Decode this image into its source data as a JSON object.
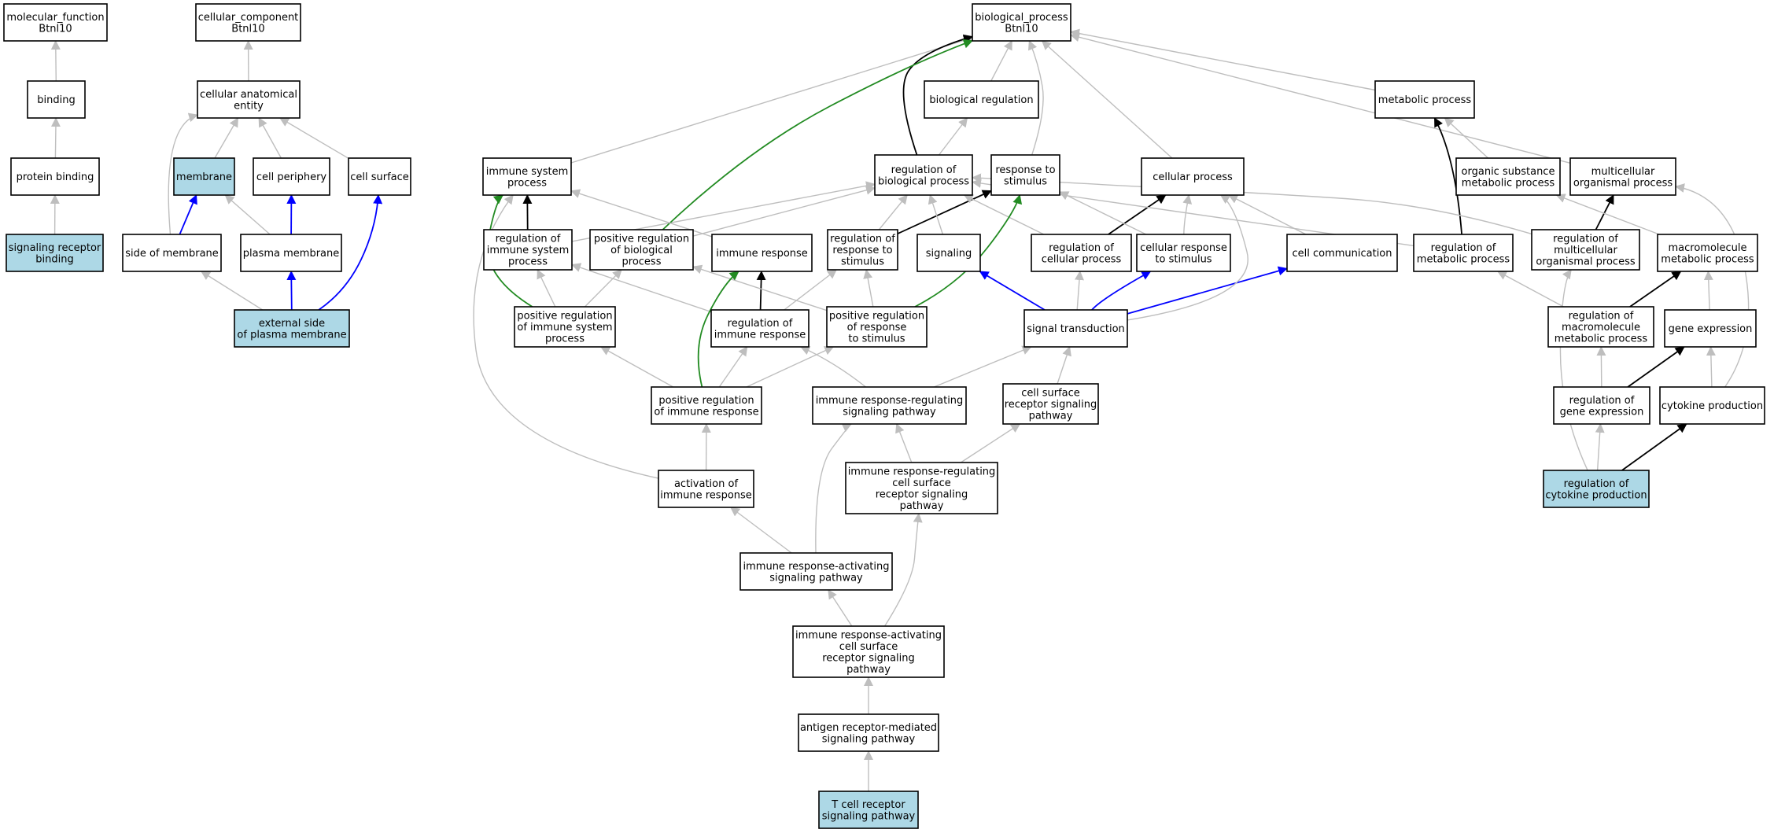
{
  "colors": {
    "node_border": "#000000",
    "node_fill": "#ffffff",
    "highlight_fill": "#add8e6",
    "edge_gray": "#bebebe",
    "edge_black": "#000000",
    "edge_blue": "#0000ff",
    "edge_green": "#228b22"
  },
  "nodes": [
    {
      "id": "mf",
      "lines": [
        "molecular_function",
        "Btnl10"
      ],
      "highlight": false
    },
    {
      "id": "cc",
      "lines": [
        "cellular_component",
        "Btnl10"
      ],
      "highlight": false
    },
    {
      "id": "bp",
      "lines": [
        "biological_process",
        "Btnl10"
      ],
      "highlight": false
    },
    {
      "id": "binding",
      "lines": [
        "binding"
      ],
      "highlight": false
    },
    {
      "id": "cae",
      "lines": [
        "cellular anatomical",
        "entity"
      ],
      "highlight": false
    },
    {
      "id": "breg",
      "lines": [
        "biological regulation"
      ],
      "highlight": false
    },
    {
      "id": "metab",
      "lines": [
        "metabolic process"
      ],
      "highlight": false
    },
    {
      "id": "protbind",
      "lines": [
        "protein binding"
      ],
      "highlight": false
    },
    {
      "id": "membrane",
      "lines": [
        "membrane"
      ],
      "highlight": true
    },
    {
      "id": "cellper",
      "lines": [
        "cell periphery"
      ],
      "highlight": false
    },
    {
      "id": "cellsurf",
      "lines": [
        "cell surface"
      ],
      "highlight": false
    },
    {
      "id": "immsys",
      "lines": [
        "immune system",
        "process"
      ],
      "highlight": false
    },
    {
      "id": "regbp",
      "lines": [
        "regulation of",
        "biological process"
      ],
      "highlight": false
    },
    {
      "id": "resp",
      "lines": [
        "response to",
        "stimulus"
      ],
      "highlight": false
    },
    {
      "id": "cellproc",
      "lines": [
        "cellular process"
      ],
      "highlight": false
    },
    {
      "id": "orgsub",
      "lines": [
        "organic substance",
        "metabolic process"
      ],
      "highlight": false
    },
    {
      "id": "multi",
      "lines": [
        "multicellular",
        "organismal process"
      ],
      "highlight": false
    },
    {
      "id": "sigrec",
      "lines": [
        "signaling receptor",
        "binding"
      ],
      "highlight": true
    },
    {
      "id": "sidemem",
      "lines": [
        "side of membrane"
      ],
      "highlight": false
    },
    {
      "id": "plasmamem",
      "lines": [
        "plasma membrane"
      ],
      "highlight": false
    },
    {
      "id": "regimmsys",
      "lines": [
        "regulation of",
        "immune system",
        "process"
      ],
      "highlight": false
    },
    {
      "id": "posregbp",
      "lines": [
        "positive regulation",
        "of biological",
        "process"
      ],
      "highlight": false
    },
    {
      "id": "immresp",
      "lines": [
        "immune response"
      ],
      "highlight": false
    },
    {
      "id": "regresp",
      "lines": [
        "regulation of",
        "response to",
        "stimulus"
      ],
      "highlight": false
    },
    {
      "id": "signaling",
      "lines": [
        "signaling"
      ],
      "highlight": false
    },
    {
      "id": "regcell",
      "lines": [
        "regulation of",
        "cellular process"
      ],
      "highlight": false
    },
    {
      "id": "cellresp",
      "lines": [
        "cellular response",
        "to stimulus"
      ],
      "highlight": false
    },
    {
      "id": "cellcomm",
      "lines": [
        "cell communication"
      ],
      "highlight": false
    },
    {
      "id": "regmetab",
      "lines": [
        "regulation of",
        "metabolic process"
      ],
      "highlight": false
    },
    {
      "id": "regmulti",
      "lines": [
        "regulation of",
        "multicellular",
        "organismal process"
      ],
      "highlight": false
    },
    {
      "id": "macromet",
      "lines": [
        "macromolecule",
        "metabolic process"
      ],
      "highlight": false
    },
    {
      "id": "extside",
      "lines": [
        "external side",
        "of plasma membrane"
      ],
      "highlight": true
    },
    {
      "id": "posregimmsys",
      "lines": [
        "positive regulation",
        "of immune system",
        "process"
      ],
      "highlight": false
    },
    {
      "id": "regimmresp",
      "lines": [
        "regulation of",
        "immune response"
      ],
      "highlight": false
    },
    {
      "id": "posregresp",
      "lines": [
        "positive regulation",
        "of response",
        "to stimulus"
      ],
      "highlight": false
    },
    {
      "id": "sigtrans",
      "lines": [
        "signal transduction"
      ],
      "highlight": false
    },
    {
      "id": "regmacro",
      "lines": [
        "regulation of",
        "macromolecule",
        "metabolic process"
      ],
      "highlight": false
    },
    {
      "id": "geneexp",
      "lines": [
        "gene expression"
      ],
      "highlight": false
    },
    {
      "id": "posregimmresp",
      "lines": [
        "positive regulation",
        "of immune response"
      ],
      "highlight": false
    },
    {
      "id": "irrsp",
      "lines": [
        "immune response-regulating",
        "signaling pathway"
      ],
      "highlight": false
    },
    {
      "id": "csrsp",
      "lines": [
        "cell surface",
        "receptor signaling",
        "pathway"
      ],
      "highlight": false
    },
    {
      "id": "reggeneexp",
      "lines": [
        "regulation of",
        "gene expression"
      ],
      "highlight": false
    },
    {
      "id": "cytoprod",
      "lines": [
        "cytokine production"
      ],
      "highlight": false
    },
    {
      "id": "actimm",
      "lines": [
        "activation of",
        "immune response"
      ],
      "highlight": false
    },
    {
      "id": "irrcsrsp",
      "lines": [
        "immune response-regulating",
        "cell surface",
        "receptor signaling",
        "pathway"
      ],
      "highlight": false
    },
    {
      "id": "regcyto",
      "lines": [
        "regulation of",
        "cytokine production"
      ],
      "highlight": true
    },
    {
      "id": "irasp",
      "lines": [
        "immune response-activating",
        "signaling pathway"
      ],
      "highlight": false
    },
    {
      "id": "iracsrsp",
      "lines": [
        "immune response-activating",
        "cell surface",
        "receptor signaling",
        "pathway"
      ],
      "highlight": false
    },
    {
      "id": "antigen",
      "lines": [
        "antigen receptor-mediated",
        "signaling pathway"
      ],
      "highlight": false
    },
    {
      "id": "tcell",
      "lines": [
        "T cell receptor",
        "signaling pathway"
      ],
      "highlight": true
    }
  ],
  "edges": [
    {
      "from": "binding",
      "to": "mf",
      "kind": "gray"
    },
    {
      "from": "protbind",
      "to": "binding",
      "kind": "gray"
    },
    {
      "from": "sigrec",
      "to": "protbind",
      "kind": "gray"
    },
    {
      "from": "cae",
      "to": "cc",
      "kind": "gray"
    },
    {
      "from": "membrane",
      "to": "cae",
      "kind": "gray"
    },
    {
      "from": "cellper",
      "to": "cae",
      "kind": "gray"
    },
    {
      "from": "cellsurf",
      "to": "cae",
      "kind": "gray"
    },
    {
      "from": "sidemem",
      "to": "cae",
      "kind": "gray"
    },
    {
      "from": "sidemem",
      "to": "membrane",
      "kind": "blue"
    },
    {
      "from": "plasmamem",
      "to": "membrane",
      "kind": "gray"
    },
    {
      "from": "plasmamem",
      "to": "cellper",
      "kind": "blue"
    },
    {
      "from": "extside",
      "to": "sidemem",
      "kind": "gray"
    },
    {
      "from": "extside",
      "to": "plasmamem",
      "kind": "blue"
    },
    {
      "from": "extside",
      "to": "cellsurf",
      "kind": "blue"
    },
    {
      "from": "breg",
      "to": "bp",
      "kind": "gray"
    },
    {
      "from": "metab",
      "to": "bp",
      "kind": "gray"
    },
    {
      "from": "immsys",
      "to": "bp",
      "kind": "gray"
    },
    {
      "from": "regbp",
      "to": "bp",
      "kind": "black"
    },
    {
      "from": "regbp",
      "to": "breg",
      "kind": "gray"
    },
    {
      "from": "resp",
      "to": "bp",
      "kind": "gray"
    },
    {
      "from": "cellproc",
      "to": "bp",
      "kind": "gray"
    },
    {
      "from": "multi",
      "to": "bp",
      "kind": "gray"
    },
    {
      "from": "orgsub",
      "to": "metab",
      "kind": "gray"
    },
    {
      "from": "regmetab",
      "to": "metab",
      "kind": "black"
    },
    {
      "from": "regmulti",
      "to": "multi",
      "kind": "black"
    },
    {
      "from": "macromet",
      "to": "orgsub",
      "kind": "gray"
    },
    {
      "from": "regimmsys",
      "to": "immsys",
      "kind": "black"
    },
    {
      "from": "regimmsys",
      "to": "regbp",
      "kind": "gray"
    },
    {
      "from": "posregbp",
      "to": "bp",
      "kind": "green"
    },
    {
      "from": "posregbp",
      "to": "regbp",
      "kind": "gray"
    },
    {
      "from": "immresp",
      "to": "immsys",
      "kind": "gray"
    },
    {
      "from": "regresp",
      "to": "regbp",
      "kind": "gray"
    },
    {
      "from": "regresp",
      "to": "resp",
      "kind": "black"
    },
    {
      "from": "signaling",
      "to": "regbp",
      "kind": "gray"
    },
    {
      "from": "regcell",
      "to": "regbp",
      "kind": "gray"
    },
    {
      "from": "regcell",
      "to": "cellproc",
      "kind": "black"
    },
    {
      "from": "cellresp",
      "to": "resp",
      "kind": "gray"
    },
    {
      "from": "cellresp",
      "to": "cellproc",
      "kind": "gray"
    },
    {
      "from": "cellcomm",
      "to": "cellproc",
      "kind": "gray"
    },
    {
      "from": "regmetab",
      "to": "regbp",
      "kind": "gray"
    },
    {
      "from": "regmulti",
      "to": "regbp",
      "kind": "gray"
    },
    {
      "from": "posregimmsys",
      "to": "immsys",
      "kind": "green"
    },
    {
      "from": "posregimmsys",
      "to": "regimmsys",
      "kind": "gray"
    },
    {
      "from": "posregimmsys",
      "to": "posregbp",
      "kind": "gray"
    },
    {
      "from": "regimmresp",
      "to": "immresp",
      "kind": "black"
    },
    {
      "from": "regimmresp",
      "to": "regimmsys",
      "kind": "gray"
    },
    {
      "from": "regimmresp",
      "to": "regresp",
      "kind": "gray"
    },
    {
      "from": "posregresp",
      "to": "regresp",
      "kind": "gray"
    },
    {
      "from": "posregresp",
      "to": "posregbp",
      "kind": "gray"
    },
    {
      "from": "posregresp",
      "to": "resp",
      "kind": "green"
    },
    {
      "from": "sigtrans",
      "to": "signaling",
      "kind": "blue"
    },
    {
      "from": "sigtrans",
      "to": "cellresp",
      "kind": "blue"
    },
    {
      "from": "sigtrans",
      "to": "cellcomm",
      "kind": "blue"
    },
    {
      "from": "sigtrans",
      "to": "regcell",
      "kind": "gray"
    },
    {
      "from": "sigtrans",
      "to": "cellproc",
      "kind": "gray"
    },
    {
      "from": "regmacro",
      "to": "regmetab",
      "kind": "gray"
    },
    {
      "from": "regmacro",
      "to": "macromet",
      "kind": "black"
    },
    {
      "from": "geneexp",
      "to": "macromet",
      "kind": "gray"
    },
    {
      "from": "posregimmresp",
      "to": "posregimmsys",
      "kind": "gray"
    },
    {
      "from": "posregimmresp",
      "to": "regimmresp",
      "kind": "gray"
    },
    {
      "from": "posregimmresp",
      "to": "posregresp",
      "kind": "gray"
    },
    {
      "from": "posregimmresp",
      "to": "immresp",
      "kind": "green"
    },
    {
      "from": "irrsp",
      "to": "regimmresp",
      "kind": "gray"
    },
    {
      "from": "irrsp",
      "to": "sigtrans",
      "kind": "gray"
    },
    {
      "from": "csrsp",
      "to": "sigtrans",
      "kind": "gray"
    },
    {
      "from": "reggeneexp",
      "to": "regmacro",
      "kind": "gray"
    },
    {
      "from": "reggeneexp",
      "to": "geneexp",
      "kind": "black"
    },
    {
      "from": "cytoprod",
      "to": "geneexp",
      "kind": "gray"
    },
    {
      "from": "cytoprod",
      "to": "multi",
      "kind": "gray"
    },
    {
      "from": "actimm",
      "to": "posregimmresp",
      "kind": "gray"
    },
    {
      "from": "actimm",
      "to": "immsys",
      "kind": "gray"
    },
    {
      "from": "irrcsrsp",
      "to": "irrsp",
      "kind": "gray"
    },
    {
      "from": "irrcsrsp",
      "to": "csrsp",
      "kind": "gray"
    },
    {
      "from": "regcyto",
      "to": "reggeneexp",
      "kind": "gray"
    },
    {
      "from": "regcyto",
      "to": "cytoprod",
      "kind": "black"
    },
    {
      "from": "regcyto",
      "to": "regmulti",
      "kind": "gray"
    },
    {
      "from": "irasp",
      "to": "actimm",
      "kind": "gray"
    },
    {
      "from": "irasp",
      "to": "irrsp",
      "kind": "gray"
    },
    {
      "from": "iracsrsp",
      "to": "irasp",
      "kind": "gray"
    },
    {
      "from": "iracsrsp",
      "to": "irrcsrsp",
      "kind": "gray"
    },
    {
      "from": "antigen",
      "to": "iracsrsp",
      "kind": "gray"
    },
    {
      "from": "tcell",
      "to": "antigen",
      "kind": "gray"
    }
  ]
}
